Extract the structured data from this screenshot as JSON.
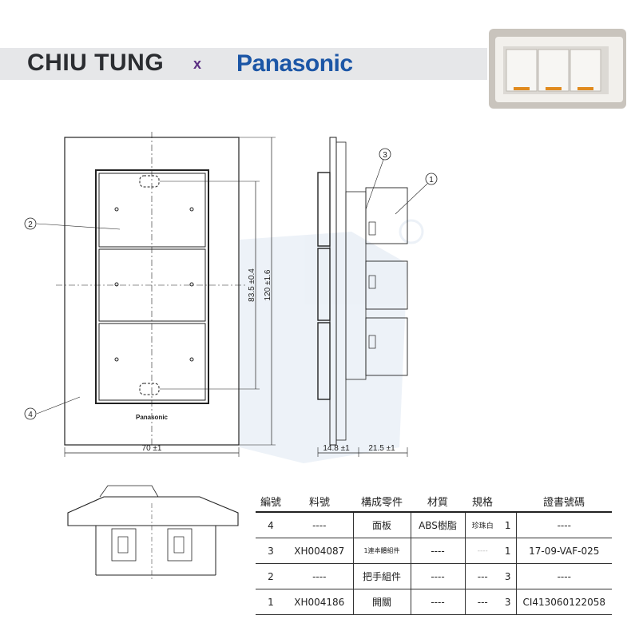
{
  "header": {
    "brand_left": "CHIU TUNG",
    "separator": "x",
    "brand_right": "Panasonic"
  },
  "drawing": {
    "panel_logo": "Panasonic",
    "dimensions": {
      "width": "70 ±1",
      "inner_height": "83.5 ±0.4",
      "outer_height": "120 ±1.6",
      "depth_front": "14.8 ±1",
      "depth_back": "21.5 ±1"
    },
    "callouts": [
      "1",
      "2",
      "3",
      "4"
    ]
  },
  "colors": {
    "chiu": "#2b2d31",
    "x": "#5a2e82",
    "panasonic": "#1c56a6",
    "amber": "#e08a1e"
  },
  "table": {
    "headers": [
      "編號",
      "料號",
      "構成零件",
      "材質",
      "規格",
      "",
      "證書號碼"
    ],
    "rows": [
      {
        "no": "4",
        "part": "----",
        "component": "面板",
        "material": "ABS樹脂",
        "spec": "珍珠白",
        "qty": "1",
        "cert": "----"
      },
      {
        "no": "3",
        "part": "XH004087",
        "component": "1連本體組件",
        "material": "----",
        "spec": "----",
        "qty": "1",
        "cert": "17-09-VAF-025"
      },
      {
        "no": "2",
        "part": "----",
        "component": "把手組件",
        "material": "----",
        "spec": "---",
        "qty": "3",
        "cert": "----"
      },
      {
        "no": "1",
        "part": "XH004186",
        "component": "開關",
        "material": "----",
        "spec": "---",
        "qty": "3",
        "cert": "CI413060122058"
      }
    ]
  }
}
